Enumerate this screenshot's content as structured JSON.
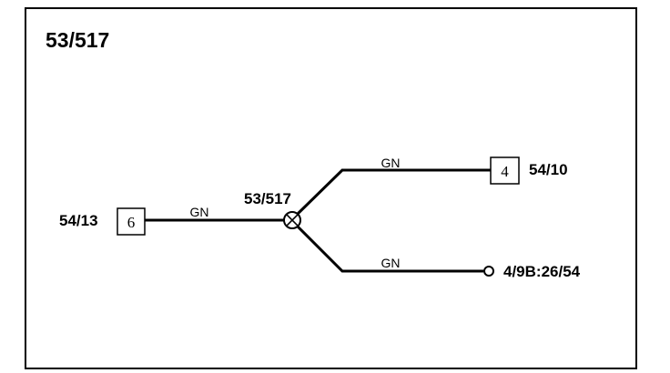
{
  "diagram": {
    "title": "53/517",
    "splice": {
      "label": "53/517"
    },
    "connectors": [
      {
        "id": "left",
        "name": "54/13",
        "pin": "6"
      },
      {
        "id": "top-right",
        "name": "54/10",
        "pin": "4"
      },
      {
        "id": "bottom-right",
        "name": "4/9B:26/54"
      }
    ],
    "wires": [
      {
        "id": "left",
        "color": "GN"
      },
      {
        "id": "upper",
        "color": "GN"
      },
      {
        "id": "lower",
        "color": "GN"
      }
    ]
  }
}
